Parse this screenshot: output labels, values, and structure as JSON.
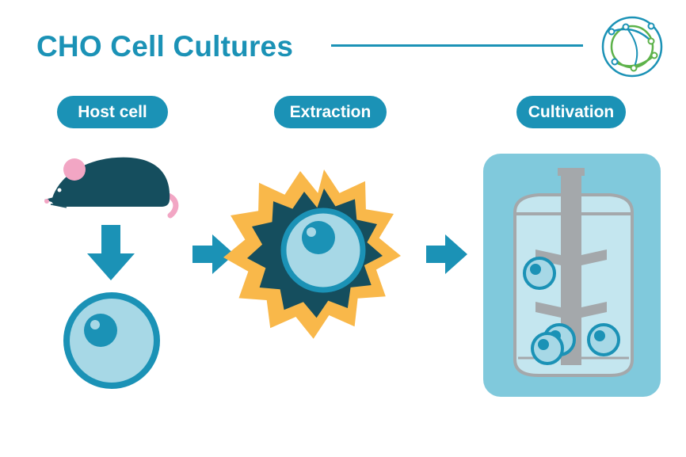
{
  "header": {
    "title": "CHO Cell Cultures",
    "logo_icon": "network-circle-logo"
  },
  "steps": [
    {
      "label": "Host cell",
      "icon": "mouse-icon"
    },
    {
      "label": "Extraction",
      "icon": "burst-cell-icon"
    },
    {
      "label": "Cultivation",
      "icon": "bioreactor-icon"
    }
  ],
  "colors": {
    "primary_blue": "#1b92b6",
    "cell_light": "#a7d8e6",
    "navy": "#154e5e",
    "burst_yellow": "#f9b84a",
    "bioreactor_bg": "#80c9dc",
    "pink": "#f2a6c4",
    "grey": "#a4a8ab",
    "logo_green": "#5db24a"
  }
}
